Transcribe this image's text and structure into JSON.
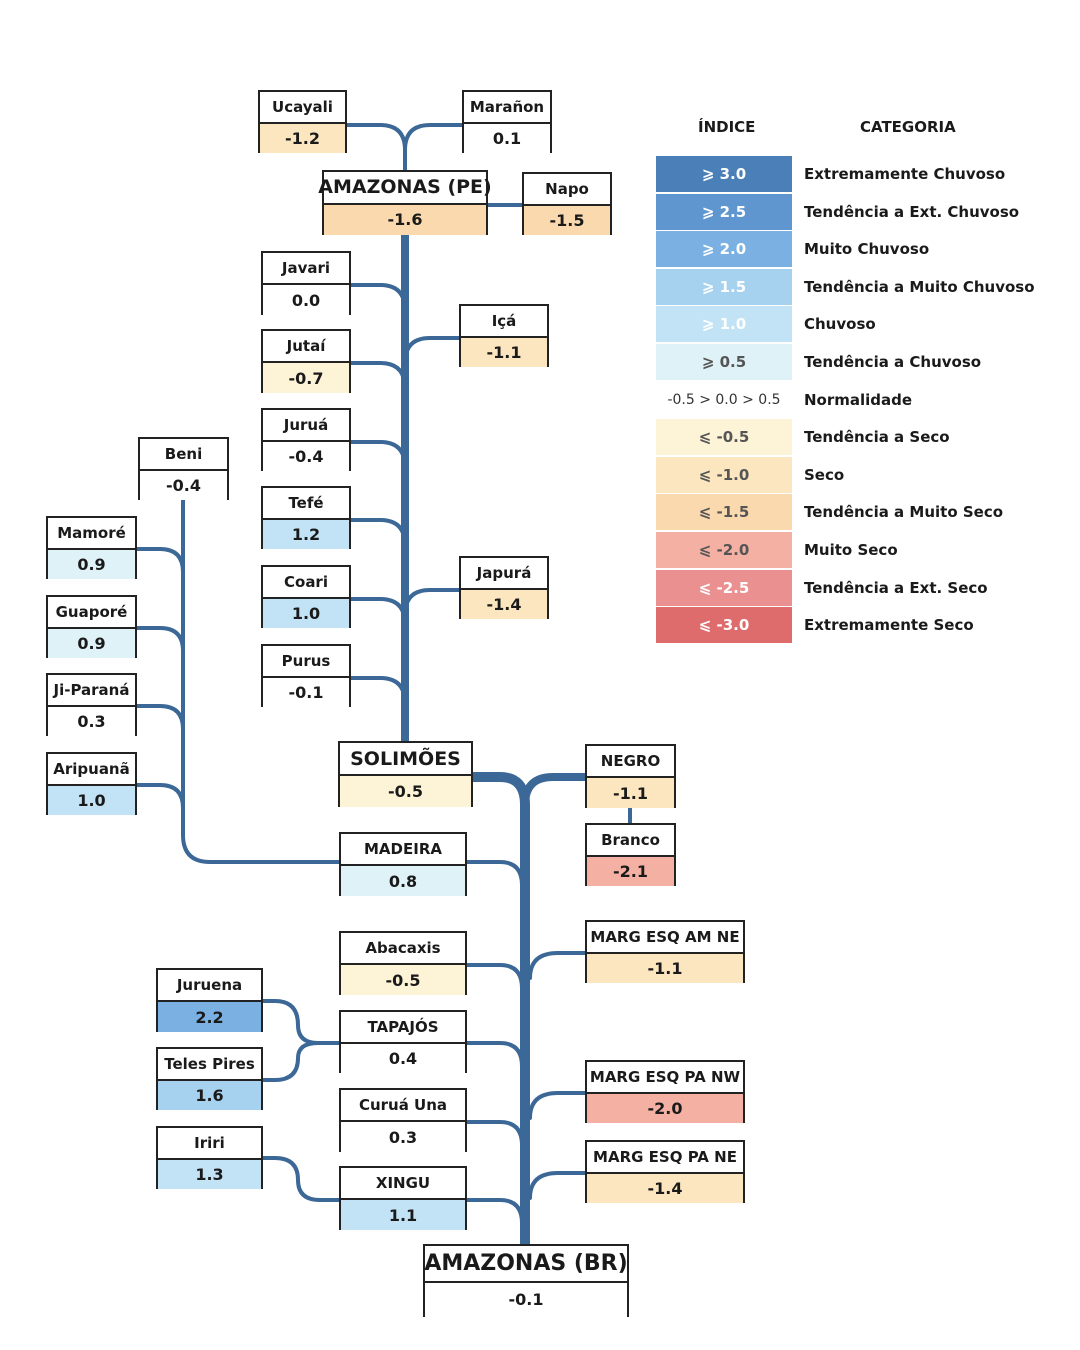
{
  "colors": {
    "line": "#3b6896",
    "ext_chuvoso": "#4a7fb8",
    "tend_ext_chuvoso": "#6096cf",
    "muito_chuvoso": "#7ab1e2",
    "tend_muito_chuvoso": "#a7d2ef",
    "chuvoso": "#c1e3f5",
    "tend_chuvoso": "#dff2f7",
    "normalidade": "#ffffff",
    "tend_seco": "#fdf3d6",
    "seco": "#fce6bf",
    "tend_muito_seco": "#fbd9ae",
    "muito_seco": "#f4b0a2",
    "tend_ext_seco": "#eb9090",
    "ext_seco": "#de6c6c"
  },
  "legend": {
    "index_header": "ÍNDICE",
    "category_header": "CATEGORIA",
    "rows": [
      {
        "index": "⩾ 3.0",
        "category": "Extremamente Chuvoso",
        "color": "#4a7fb8",
        "text": "#ffffff"
      },
      {
        "index": "⩾ 2.5",
        "category": "Tendência a Ext. Chuvoso",
        "color": "#6096cf",
        "text": "#ffffff"
      },
      {
        "index": "⩾ 2.0",
        "category": "Muito Chuvoso",
        "color": "#7ab1e2",
        "text": "#ffffff"
      },
      {
        "index": "⩾ 1.5",
        "category": "Tendência a Muito Chuvoso",
        "color": "#a7d2ef",
        "text": "#ffffff"
      },
      {
        "index": "⩾ 1.0",
        "category": "Chuvoso",
        "color": "#c1e3f5",
        "text": "#ffffff"
      },
      {
        "index": "⩾ 0.5",
        "category": "Tendência a Chuvoso",
        "color": "#dff2f7",
        "text": "#555555"
      },
      {
        "index": "-0.5 > 0.0 > 0.5",
        "category": "Normalidade",
        "color": "#ffffff",
        "text": "#333333"
      },
      {
        "index": "⩽ -0.5",
        "category": "Tendência a Seco",
        "color": "#fdf3d6",
        "text": "#555555"
      },
      {
        "index": "⩽ -1.0",
        "category": "Seco",
        "color": "#fce6bf",
        "text": "#555555"
      },
      {
        "index": "⩽ -1.5",
        "category": "Tendência a Muito Seco",
        "color": "#fbd9ae",
        "text": "#555555"
      },
      {
        "index": "⩽ -2.0",
        "category": "Muito Seco",
        "color": "#f4b0a2",
        "text": "#555555"
      },
      {
        "index": "⩽ -2.5",
        "category": "Tendência a Ext. Seco",
        "color": "#eb9090",
        "text": "#ffffff"
      },
      {
        "index": "⩽ -3.0",
        "category": "Extremamente Seco",
        "color": "#de6c6c",
        "text": "#ffffff"
      }
    ]
  },
  "nodes": {
    "ucayali": {
      "name": "Ucayali",
      "value": "-1.2",
      "color": "#fce6bf"
    },
    "maranon": {
      "name": "Marañon",
      "value": "0.1",
      "color": "#ffffff"
    },
    "amazonas_pe": {
      "name": "AMAZONAS (PE)",
      "value": "-1.6",
      "color": "#fbd9ae"
    },
    "napo": {
      "name": "Napo",
      "value": "-1.5",
      "color": "#fbd9ae"
    },
    "javari": {
      "name": "Javari",
      "value": "0.0",
      "color": "#ffffff"
    },
    "ica": {
      "name": "Içá",
      "value": "-1.1",
      "color": "#fce6bf"
    },
    "jutai": {
      "name": "Jutaí",
      "value": "-0.7",
      "color": "#fdf3d6"
    },
    "jurua": {
      "name": "Juruá",
      "value": "-0.4",
      "color": "#ffffff"
    },
    "tefe": {
      "name": "Tefé",
      "value": "1.2",
      "color": "#c1e3f5"
    },
    "japura": {
      "name": "Japurá",
      "value": "-1.4",
      "color": "#fce6bf"
    },
    "coari": {
      "name": "Coari",
      "value": "1.0",
      "color": "#c1e3f5"
    },
    "purus": {
      "name": "Purus",
      "value": "-0.1",
      "color": "#ffffff"
    },
    "solimoes": {
      "name": "SOLIMÕES",
      "value": "-0.5",
      "color": "#fdf3d6"
    },
    "negro": {
      "name": "NEGRO",
      "value": "-1.1",
      "color": "#fce6bf"
    },
    "branco": {
      "name": "Branco",
      "value": "-2.1",
      "color": "#f4b0a2"
    },
    "beni": {
      "name": "Beni",
      "value": "-0.4",
      "color": "#ffffff"
    },
    "mamore": {
      "name": "Mamoré",
      "value": "0.9",
      "color": "#dff2f7"
    },
    "guapore": {
      "name": "Guaporé",
      "value": "0.9",
      "color": "#dff2f7"
    },
    "jiparana": {
      "name": "Ji-Paraná",
      "value": "0.3",
      "color": "#ffffff"
    },
    "aripuana": {
      "name": "Aripuanã",
      "value": "1.0",
      "color": "#c1e3f5"
    },
    "madeira": {
      "name": "MADEIRA",
      "value": "0.8",
      "color": "#dff2f7"
    },
    "marg_am_ne": {
      "name": "MARG ESQ AM NE",
      "value": "-1.1",
      "color": "#fce6bf"
    },
    "abacaxis": {
      "name": "Abacaxis",
      "value": "-0.5",
      "color": "#fdf3d6"
    },
    "juruena": {
      "name": "Juruena",
      "value": "2.2",
      "color": "#7ab1e2"
    },
    "tapajos": {
      "name": "TAPAJÓS",
      "value": "0.4",
      "color": "#ffffff"
    },
    "teles_pires": {
      "name": "Teles Pires",
      "value": "1.6",
      "color": "#a7d2ef"
    },
    "marg_pa_nw": {
      "name": "MARG ESQ PA NW",
      "value": "-2.0",
      "color": "#f4b0a2"
    },
    "curua_una": {
      "name": "Curuá Una",
      "value": "0.3",
      "color": "#ffffff"
    },
    "iriri": {
      "name": "Iriri",
      "value": "1.3",
      "color": "#c1e3f5"
    },
    "marg_pa_ne": {
      "name": "MARG ESQ PA NE",
      "value": "-1.4",
      "color": "#fce6bf"
    },
    "xingu": {
      "name": "XINGU",
      "value": "1.1",
      "color": "#c1e3f5"
    },
    "amazonas_br": {
      "name": "AMAZONAS (BR)",
      "value": "-0.1",
      "color": "#ffffff"
    }
  }
}
